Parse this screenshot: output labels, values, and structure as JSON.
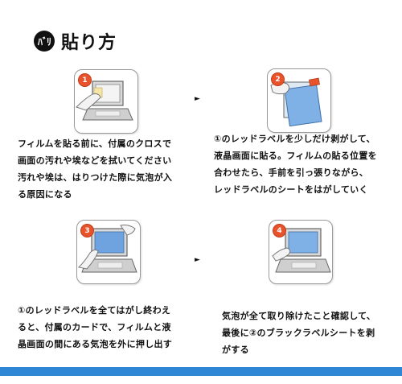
{
  "header": {
    "icon_text": "ﾊﾞﾘ",
    "title": "貼り方"
  },
  "steps": [
    {
      "number": "1",
      "lines": [
        "フィルムを貼る前に、付属のクロスで",
        "画面の汚れや埃などを拭いてください",
        "汚れや埃は、はりつけた際に気泡が入",
        "る原因になる"
      ]
    },
    {
      "number": "2",
      "lines": [
        "①のレッドラベルを少しだけ剥がして、",
        "液晶画面に貼る。フィルムの貼る位置を",
        "合わせたら、手前を引っ張りながら、",
        "レッドラベルのシートをはがしていく"
      ]
    },
    {
      "number": "3",
      "lines": [
        "①のレッドラベルを全てはがし終わえ",
        "ると、付属のカードで、フィルムと液",
        "晶画面の間にある気泡を外に押し出す"
      ]
    },
    {
      "number": "4",
      "lines": [
        "気泡が全て取り除けたこと確認して、",
        "最後に②のブラックラベルシートを剥",
        "がする"
      ]
    }
  ],
  "arrow_glyph": "►",
  "colors": {
    "accent_bar": "#2f86d4",
    "step_badge": "#e8532c"
  }
}
